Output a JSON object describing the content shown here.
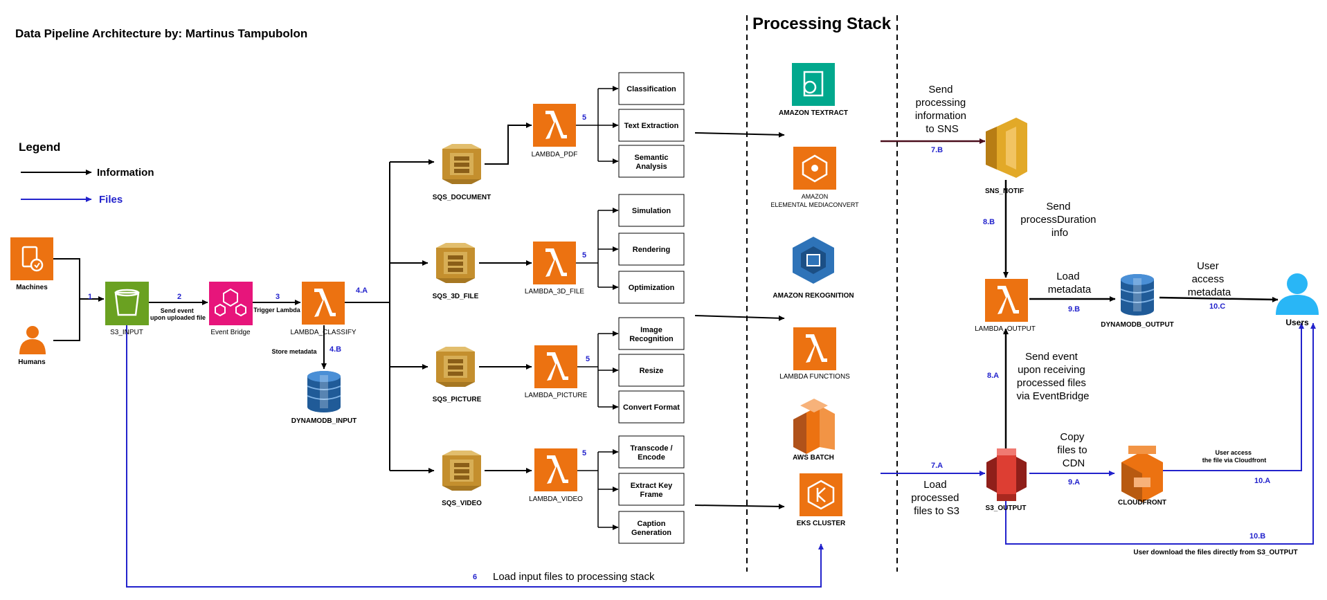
{
  "title": "Data Pipeline Architecture by: Martinus Tampubolon",
  "processing_stack_title": "Processing Stack",
  "legend": {
    "title": "Legend",
    "information": "Information",
    "files": "Files"
  },
  "colors": {
    "information": "#000000",
    "files": "#2222cc",
    "step_number": "#2222cc",
    "lambda": "#ec7211",
    "s3_input": "#6aa121",
    "eventbridge": "#e7157b",
    "textract": "#01a88d",
    "sqs": "#d4a94a",
    "dynamodb": "#2e73b8",
    "s3_output": "#dd3e33",
    "sns": "#e2a928",
    "user": "#29b6f6",
    "sns_arrow": "#4a0e1c"
  },
  "nodes": {
    "machines": "Machines",
    "humans": "Humans",
    "s3_input": "S3_INPUT",
    "event_bridge": "Event Bridge",
    "lambda_classify": "LAMBDA_CLASSIFY",
    "dynamodb_input": "DYNAMODB_INPUT",
    "sqs_document": "SQS_DOCUMENT",
    "sqs_3d_file": "SQS_3D_FILE",
    "sqs_picture": "SQS_PICTURE",
    "sqs_video": "SQS_VIDEO",
    "lambda_pdf": "LAMBDA_PDF",
    "lambda_3d_file": "LAMBDA_3D_FILE",
    "lambda_picture": "LAMBDA_PICTURE",
    "lambda_video": "LAMBDA_VIDEO",
    "amazon_textract": "AMAZON TEXTRACT",
    "mediaconvert_line1": "AMAZON",
    "mediaconvert_line2": "ELEMENTAL MEDIACONVERT",
    "rekognition": "AMAZON REKOGNITION",
    "lambda_functions": "LAMBDA FUNCTIONS",
    "aws_batch": "AWS BATCH",
    "eks_cluster": "EKS CLUSTER",
    "sns_notif": "SNS_NOTIF",
    "lambda_output": "LAMBDA_OUTPUT",
    "dynamodb_output": "DYNAMODB_OUTPUT",
    "users": "Users",
    "s3_output": "S3_OUTPUT",
    "cloudfront": "CLOUDFRONT"
  },
  "tasks": {
    "pdf": [
      "Classification",
      "Text Extraction",
      "Semantic Analysis"
    ],
    "file3d": [
      "Simulation",
      "Rendering",
      "Optimization"
    ],
    "picture": [
      "Image Recognition",
      "Resize",
      "Convert Format"
    ],
    "video": [
      "Transcode / Encode",
      "Extract Key Frame",
      "Caption Generation"
    ]
  },
  "steps": {
    "s1": "1",
    "s2": "2",
    "s3": "3",
    "s4a": "4.A",
    "s4b": "4.B",
    "s5": "5",
    "s6": "6",
    "s7a": "7.A",
    "s7b": "7.B",
    "s8a": "8.A",
    "s8b": "8.B",
    "s9a": "9.A",
    "s9b": "9.B",
    "s10a": "10.A",
    "s10b": "10.B",
    "s10c": "10.C"
  },
  "edge_labels": {
    "send_event": [
      "Send event",
      "upon uploaded file"
    ],
    "trigger_lambda": "Trigger Lambda",
    "store_metadata": "Store metadata",
    "load_input_files": "Load input files to processing stack",
    "send_processing_info": [
      "Send",
      "processing",
      "information",
      "to SNS"
    ],
    "send_process_duration": [
      "Send",
      "processDuration",
      "info"
    ],
    "load_metadata": [
      "Load",
      "metadata"
    ],
    "user_access_metadata": [
      "User",
      "access",
      "metadata"
    ],
    "send_event_processed": [
      "Send event",
      "upon receiving",
      "processed files",
      "via EventBridge"
    ],
    "load_processed": [
      "Load",
      "processed",
      "files to S3"
    ],
    "copy_to_cdn": [
      "Copy",
      "files to",
      "CDN"
    ],
    "user_access_cloudfront": [
      "User access",
      "the file via Cloudfront"
    ],
    "user_download": "User download the files directly from S3_OUTPUT"
  }
}
